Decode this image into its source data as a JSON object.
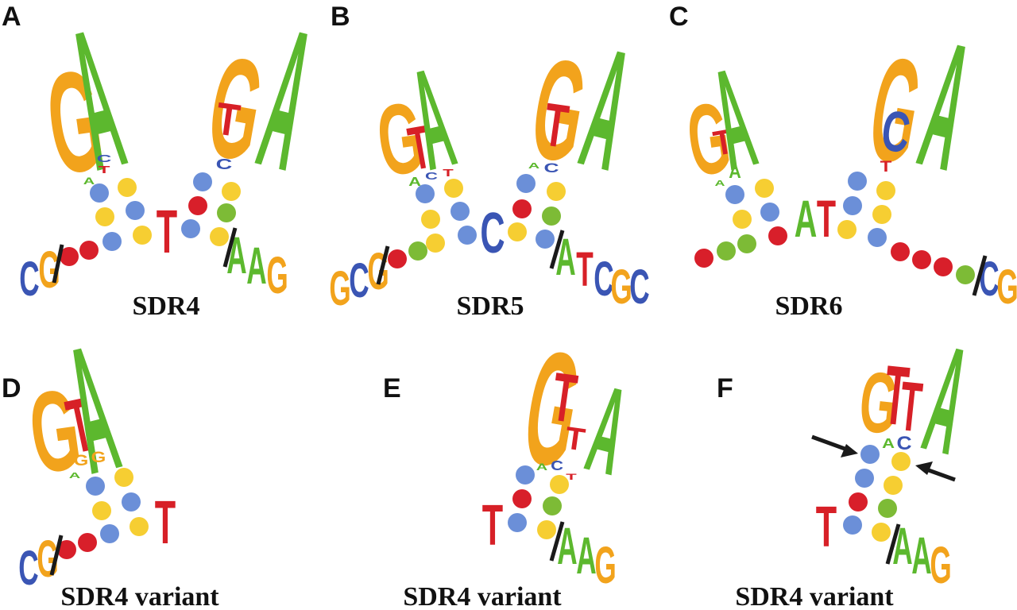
{
  "colors": {
    "A": "#5cb82e",
    "C": "#3a55b4",
    "G": "#f2a31c",
    "T": "#d72027",
    "dot_blue": "#6b8fd8",
    "dot_yellow": "#f6ce32",
    "dot_red": "#d81f2a",
    "dot_green": "#7dbb36",
    "bar": "#1a1a1a"
  },
  "panels": [
    {
      "letter": "A",
      "caption": "SDR4"
    },
    {
      "letter": "B",
      "caption": "SDR5"
    },
    {
      "letter": "C",
      "caption": "SDR6"
    },
    {
      "letter": "D",
      "caption": "SDR4 variant"
    },
    {
      "letter": "E",
      "caption": "SDR4 variant"
    },
    {
      "letter": "F",
      "caption": "SDR4 variant"
    }
  ],
  "glyphs": {
    "A": [
      {
        "ch": "G",
        "c": "G"
      },
      {
        "ch": "A",
        "c": "A"
      },
      {
        "ch": "C",
        "c": "C"
      },
      {
        "ch": "T",
        "c": "T"
      },
      {
        "ch": "A",
        "c": "A"
      },
      {
        "ch": "G",
        "c": "G"
      },
      {
        "ch": "T",
        "c": "T"
      },
      {
        "ch": "C",
        "c": "C"
      },
      {
        "ch": "A",
        "c": "A"
      },
      {
        "ch": "T",
        "c": "T"
      },
      {
        "ch": "C",
        "c": "C"
      },
      {
        "ch": "G",
        "c": "G"
      },
      {
        "ch": "A",
        "c": "A"
      },
      {
        "ch": "A",
        "c": "A"
      },
      {
        "ch": "G",
        "c": "G"
      }
    ],
    "B": [
      {
        "ch": "G",
        "c": "G"
      },
      {
        "ch": "T",
        "c": "T"
      },
      {
        "ch": "A",
        "c": "A"
      },
      {
        "ch": "A",
        "c": "A"
      },
      {
        "ch": "C",
        "c": "C"
      },
      {
        "ch": "T",
        "c": "T"
      },
      {
        "ch": "G",
        "c": "G"
      },
      {
        "ch": "T",
        "c": "T"
      },
      {
        "ch": "A",
        "c": "A"
      },
      {
        "ch": "A",
        "c": "A"
      },
      {
        "ch": "C",
        "c": "C"
      },
      {
        "ch": "C",
        "c": "C"
      },
      {
        "ch": "G",
        "c": "G"
      },
      {
        "ch": "C",
        "c": "C"
      },
      {
        "ch": "G",
        "c": "G"
      },
      {
        "ch": "A",
        "c": "A"
      },
      {
        "ch": "T",
        "c": "T"
      },
      {
        "ch": "C",
        "c": "C"
      },
      {
        "ch": "G",
        "c": "G"
      },
      {
        "ch": "C",
        "c": "C"
      }
    ],
    "C": [
      {
        "ch": "G",
        "c": "G"
      },
      {
        "ch": "T",
        "c": "T"
      },
      {
        "ch": "A",
        "c": "A"
      },
      {
        "ch": "A",
        "c": "A"
      },
      {
        "ch": "A",
        "c": "A"
      },
      {
        "ch": "G",
        "c": "G"
      },
      {
        "ch": "C",
        "c": "C"
      },
      {
        "ch": "A",
        "c": "A"
      },
      {
        "ch": "T",
        "c": "T"
      },
      {
        "ch": "A",
        "c": "A"
      },
      {
        "ch": "T",
        "c": "T"
      },
      {
        "ch": "C",
        "c": "C"
      },
      {
        "ch": "G",
        "c": "G"
      }
    ],
    "D": [
      {
        "ch": "G",
        "c": "G"
      },
      {
        "ch": "T",
        "c": "T"
      },
      {
        "ch": "A",
        "c": "A"
      },
      {
        "ch": "G",
        "c": "G"
      },
      {
        "ch": "G",
        "c": "G"
      },
      {
        "ch": "A",
        "c": "A"
      },
      {
        "ch": "T",
        "c": "T"
      },
      {
        "ch": "C",
        "c": "C"
      },
      {
        "ch": "G",
        "c": "G"
      }
    ],
    "E": [
      {
        "ch": "G",
        "c": "G"
      },
      {
        "ch": "T",
        "c": "T"
      },
      {
        "ch": "T",
        "c": "T"
      },
      {
        "ch": "A",
        "c": "A"
      },
      {
        "ch": "A",
        "c": "A"
      },
      {
        "ch": "C",
        "c": "C"
      },
      {
        "ch": "T",
        "c": "T"
      },
      {
        "ch": "T",
        "c": "T"
      },
      {
        "ch": "A",
        "c": "A"
      },
      {
        "ch": "A",
        "c": "A"
      },
      {
        "ch": "G",
        "c": "G"
      }
    ],
    "F": [
      {
        "ch": "G",
        "c": "G"
      },
      {
        "ch": "T",
        "c": "T"
      },
      {
        "ch": "T",
        "c": "T"
      },
      {
        "ch": "A",
        "c": "A"
      },
      {
        "ch": "A",
        "c": "A"
      },
      {
        "ch": "C",
        "c": "C"
      },
      {
        "ch": "T",
        "c": "T"
      },
      {
        "ch": "A",
        "c": "A"
      },
      {
        "ch": "A",
        "c": "A"
      },
      {
        "ch": "G",
        "c": "G"
      }
    ]
  },
  "dots": {
    "A": [
      "blue",
      "yellow",
      "yellow",
      "blue",
      "blue",
      "yellow",
      "red",
      "red",
      "blue",
      "yellow",
      "red",
      "green",
      "blue",
      "yellow"
    ],
    "B": [
      "blue",
      "yellow",
      "yellow",
      "blue",
      "yellow",
      "blue",
      "red",
      "green",
      "blue",
      "yellow",
      "red",
      "green",
      "yellow",
      "blue"
    ],
    "C": [
      "blue",
      "yellow",
      "yellow",
      "blue",
      "green",
      "green",
      "red",
      "red",
      "blue",
      "yellow",
      "yellow",
      "blue",
      "yellow",
      "blue",
      "red",
      "red",
      "red",
      "green"
    ],
    "D": [
      "blue",
      "yellow",
      "yellow",
      "blue",
      "blue",
      "yellow",
      "red",
      "red"
    ],
    "E": [
      "blue",
      "yellow",
      "red",
      "green",
      "blue",
      "yellow"
    ],
    "F": [
      "blue",
      "yellow",
      "blue",
      "yellow",
      "red",
      "green",
      "blue",
      "yellow"
    ]
  },
  "arrows": {
    "F": [
      "left-arrow",
      "right-arrow"
    ]
  }
}
